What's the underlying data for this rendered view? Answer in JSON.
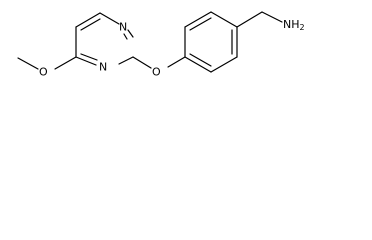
{
  "molecule": {
    "atoms": {
      "n1": "N",
      "n2": "N",
      "o_ether": "O",
      "o_methoxy": "O",
      "amine": "NH",
      "amine_sub": "2"
    },
    "colors": {
      "bond": "#000000",
      "label": "#000000",
      "background": "#ffffff"
    }
  }
}
